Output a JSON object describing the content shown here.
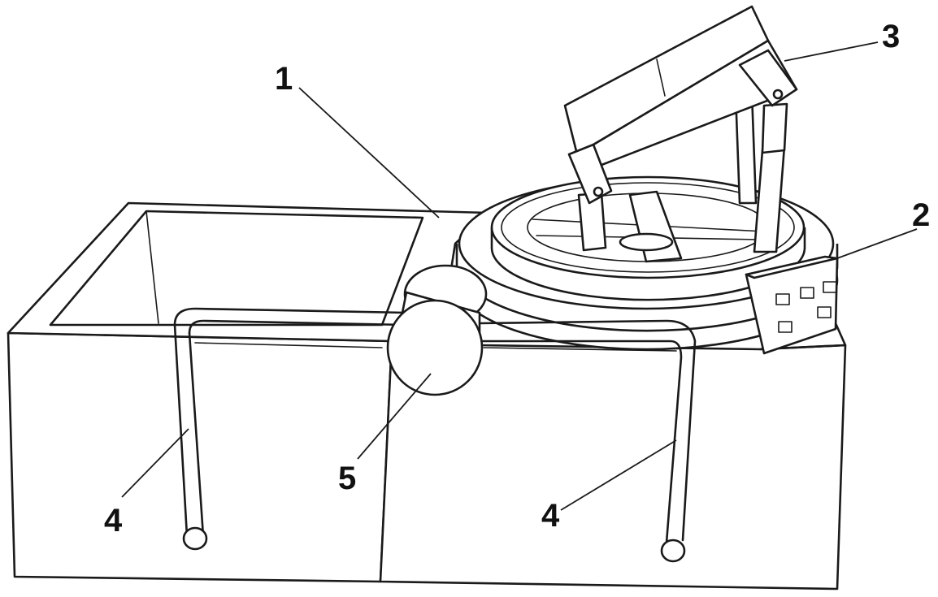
{
  "figure": {
    "callouts": [
      {
        "id": "base-box",
        "label": "1"
      },
      {
        "id": "control-panel",
        "label": "2"
      },
      {
        "id": "tilting-lid",
        "label": "3"
      },
      {
        "id": "drain-pipe-left",
        "label": "4"
      },
      {
        "id": "drain-pipe-right",
        "label": "4"
      },
      {
        "id": "pump",
        "label": "5"
      }
    ],
    "line_color": "#1a1a1a",
    "background": "#ffffff"
  }
}
